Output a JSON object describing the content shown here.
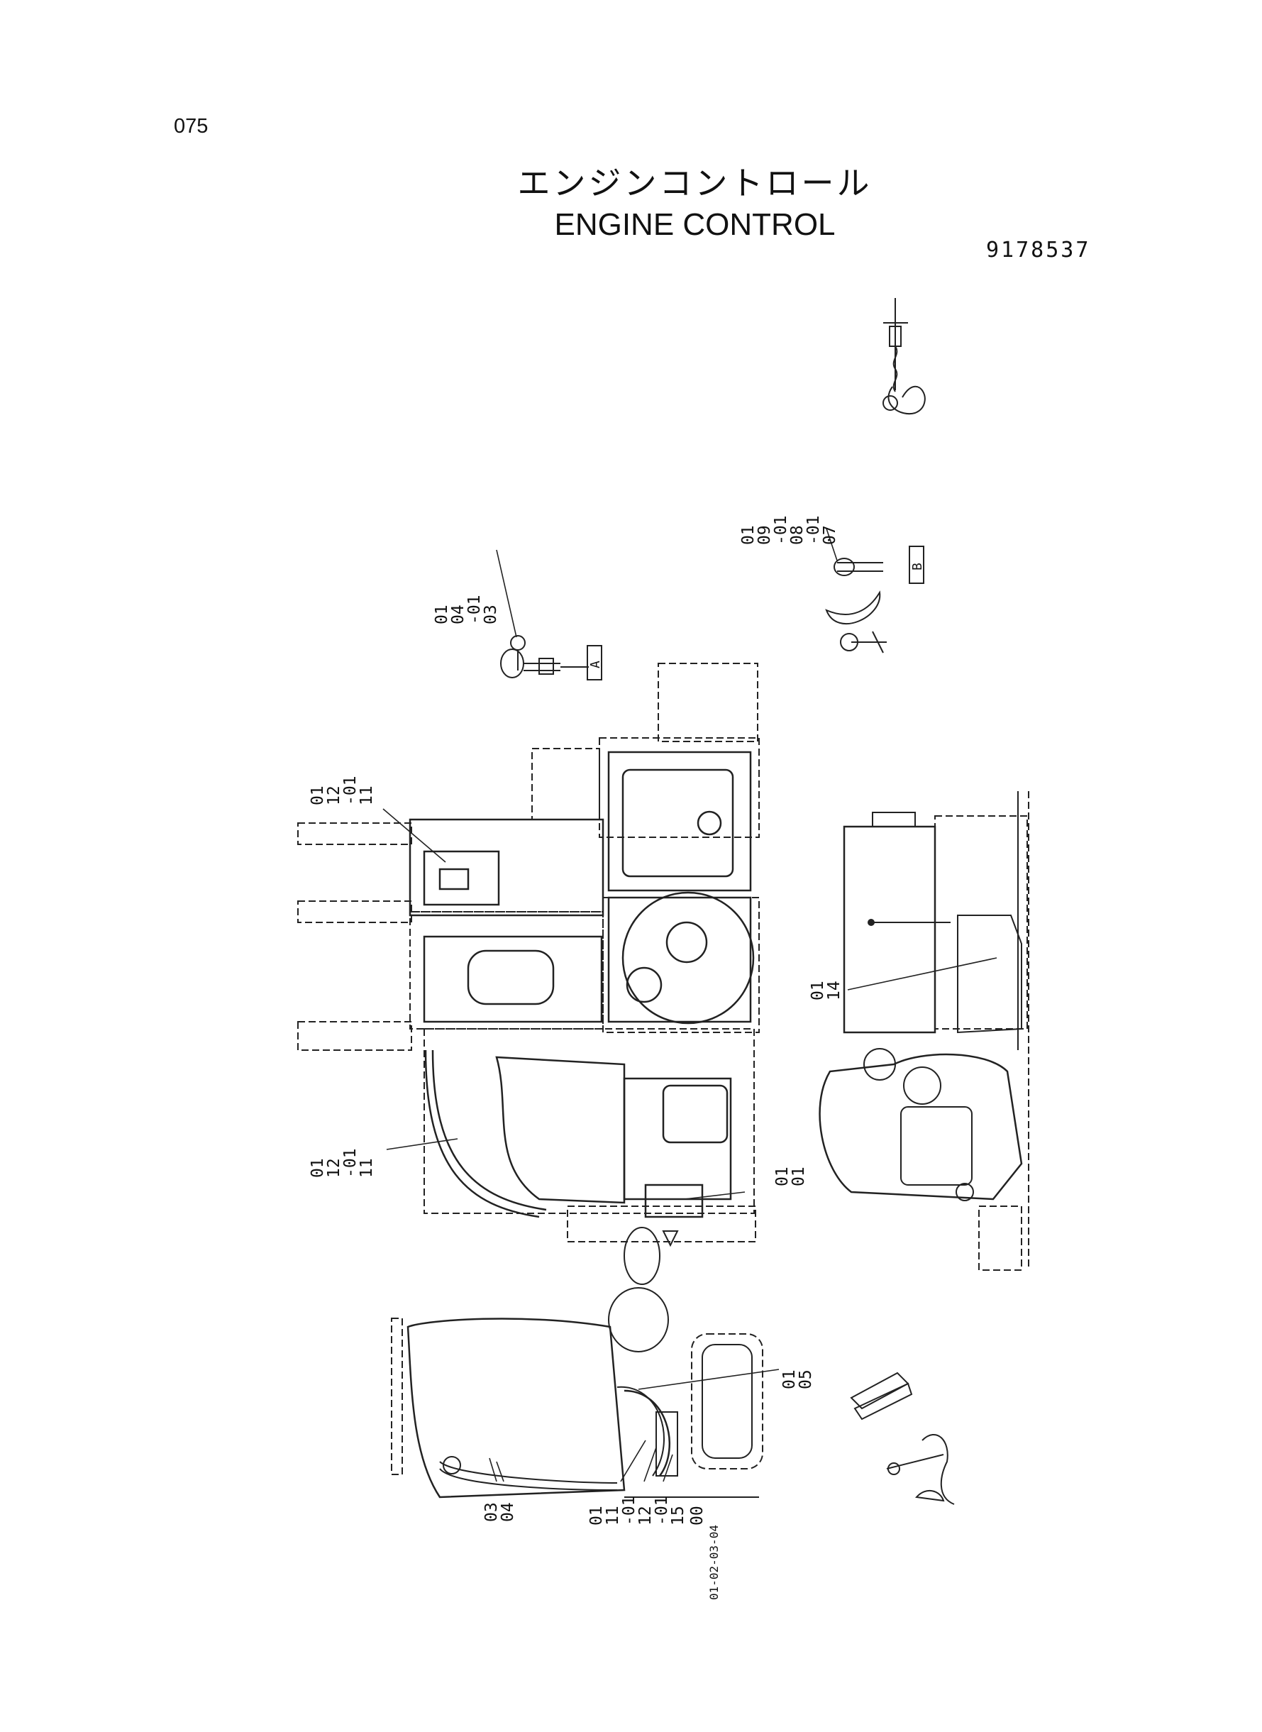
{
  "page_number": "075",
  "title_jp": "エンジンコントロール",
  "title_en": "ENGINE CONTROL",
  "drawing_number": "9178537",
  "callouts": {
    "top_right": [
      "01",
      "09",
      "-01",
      "08",
      "-01",
      "07"
    ],
    "top_left": [
      "01",
      "04",
      "-01",
      "03"
    ],
    "left_upper": [
      "01",
      "12",
      "-01",
      "11"
    ],
    "left_lower": [
      "01",
      "12",
      "-01",
      "11"
    ],
    "right_side": [
      "01",
      "14"
    ],
    "middle_bottom": [
      "01",
      "01"
    ],
    "bottom_mid": [
      "01",
      "05"
    ],
    "bottom_left": [
      "03",
      "04"
    ],
    "bottom_group": [
      "01",
      "11",
      "-01",
      "12",
      "-01",
      "15"
    ],
    "bottom_small_head": "00",
    "bottom_small": "01-02-03-04"
  },
  "view_tags": {
    "a": "A",
    "b": "B"
  }
}
